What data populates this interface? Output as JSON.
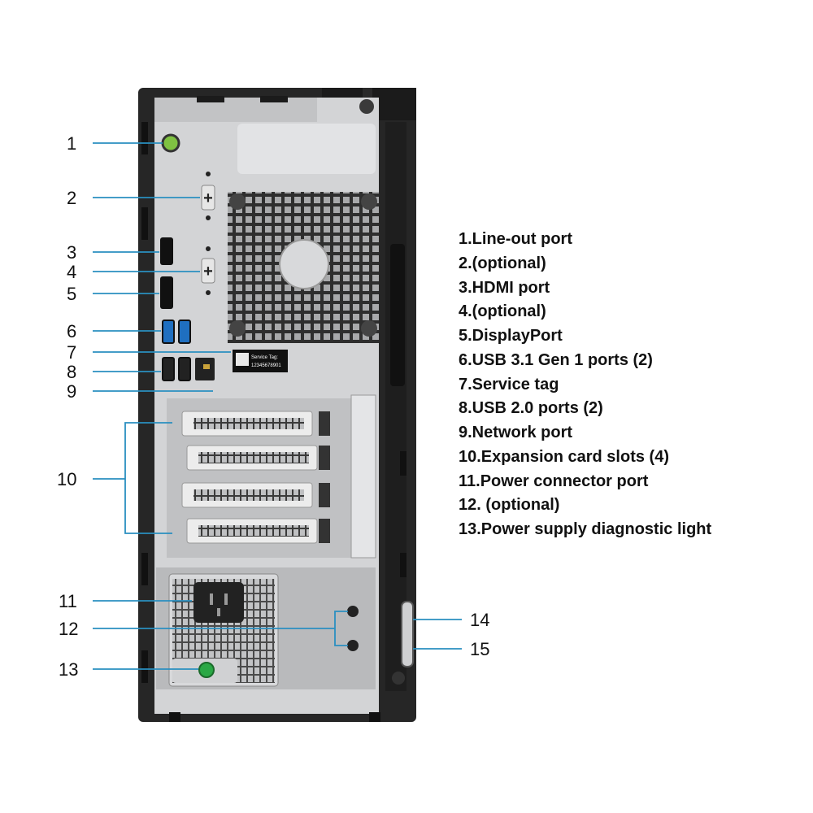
{
  "callouts": {
    "c1": "1",
    "c2": "2",
    "c3": "3",
    "c4": "4",
    "c5": "5",
    "c6": "6",
    "c7": "7",
    "c8": "8",
    "c9": "9",
    "c10": "10",
    "c11": "11",
    "c12": "12",
    "c13": "13",
    "c14": "14",
    "c15": "15"
  },
  "legend": [
    "1.Line-out port",
    "2.(optional)",
    "3.HDMI port",
    "4.(optional)",
    "5.DisplayPort",
    "6.USB 3.1 Gen 1 ports (2)",
    "7.Service tag",
    "8.USB 2.0 ports (2)",
    "9.Network port",
    "10.Expansion card slots (4)",
    "11.Power connector port",
    "12. (optional)",
    "13.Power supply diagnostic light"
  ],
  "service_tag": {
    "label": "Service Tag:",
    "number": "12345678901"
  },
  "colors": {
    "callout_line": "#2a8fc0",
    "chassis": "#2b2b2b",
    "panel": "#c9cacc",
    "usb3_blue": "#1f6fc0",
    "diagnostic_light": "#2aa845"
  }
}
